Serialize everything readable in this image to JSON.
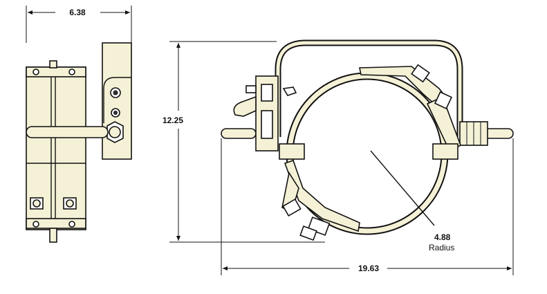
{
  "dimensions": {
    "width_top": "6.38",
    "height_left": "12.25",
    "radius_value": "4.88",
    "radius_label": "Radius",
    "width_bottom": "19.63"
  },
  "colors": {
    "part_fill": "#f4f1d6",
    "stroke": "#111111",
    "background": "#ffffff"
  }
}
